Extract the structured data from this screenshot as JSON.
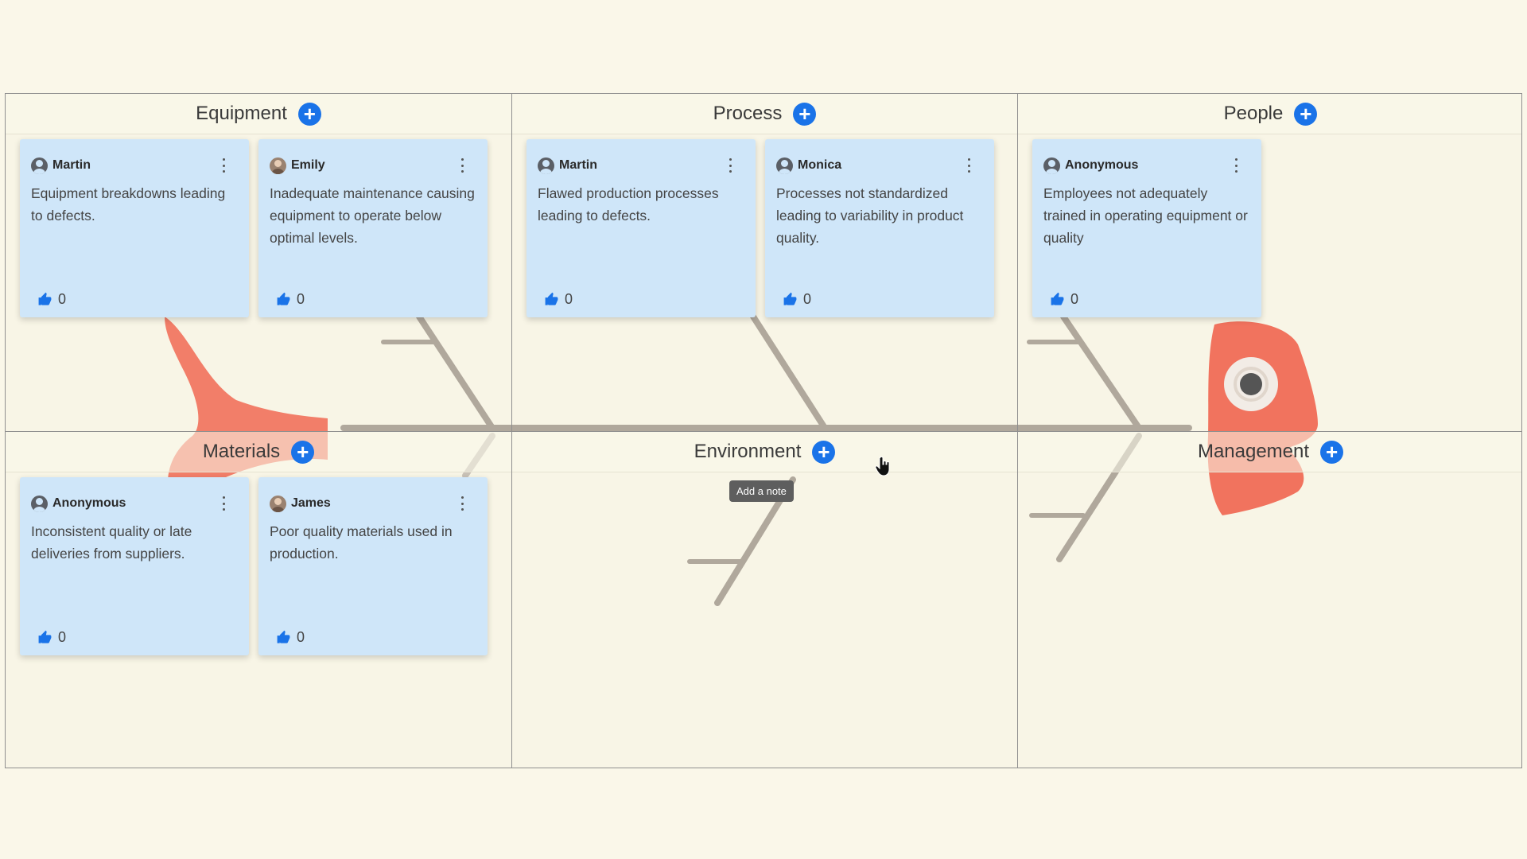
{
  "regions": [
    {
      "title": "Equipment",
      "cards": [
        {
          "author": "Martin",
          "avatar": "user-icon",
          "text": "Equipment breakdowns leading to defects.",
          "likes": "0"
        },
        {
          "author": "Emily",
          "avatar": "photo",
          "text": "Inadequate maintenance causing equipment to operate below optimal levels.",
          "likes": "0"
        }
      ]
    },
    {
      "title": "Process",
      "cards": [
        {
          "author": "Martin",
          "avatar": "user-icon",
          "text": "Flawed production processes leading to defects.",
          "likes": "0"
        },
        {
          "author": "Monica",
          "avatar": "user-icon",
          "text": "Processes not standardized leading to variability in product quality.",
          "likes": "0"
        }
      ]
    },
    {
      "title": "People",
      "cards": [
        {
          "author": "Anonymous",
          "avatar": "user-icon",
          "text": "Employees not adequately trained in operating equipment or quality",
          "likes": "0"
        }
      ]
    },
    {
      "title": "Materials",
      "cards": [
        {
          "author": "Anonymous",
          "avatar": "user-icon",
          "text": "Inconsistent quality or late deliveries from suppliers.",
          "likes": "0"
        },
        {
          "author": "James",
          "avatar": "photo",
          "text": "Poor quality materials used in production.",
          "likes": "0"
        }
      ]
    },
    {
      "title": "Environment",
      "cards": []
    },
    {
      "title": "Management",
      "cards": []
    }
  ],
  "tooltip": "Add a note",
  "colors": {
    "accent": "#1a73e8",
    "card": "#cfe6f9",
    "fish": "#f1735e",
    "bone": "#b0a89c"
  }
}
